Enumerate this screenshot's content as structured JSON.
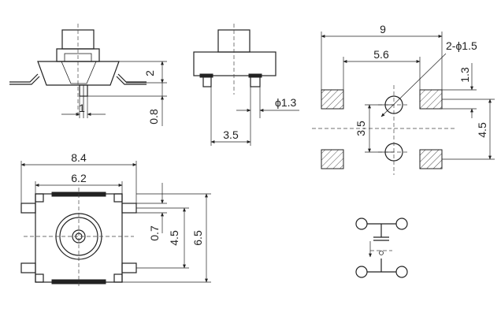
{
  "side_view": {
    "lead_pitch": "1",
    "height_label": "2",
    "lead_thickness": "0.8"
  },
  "front_view": {
    "lead_width": "ϕ1.3",
    "lead_spacing": "3.5"
  },
  "footprint": {
    "overall_width": "9",
    "pad_span": "5.6",
    "hole_note": "2-ϕ1.5",
    "pad_height": "1.3",
    "hole_spacing": "3.5",
    "pad_pitch": "4.5"
  },
  "top_view": {
    "body_width": "8.4",
    "inner_width": "6.2",
    "lead_width": "0.7",
    "lead_pitch": "4.5",
    "body_height": "6.5"
  },
  "schematic": {
    "symbol": "switch-schematic-icon"
  }
}
